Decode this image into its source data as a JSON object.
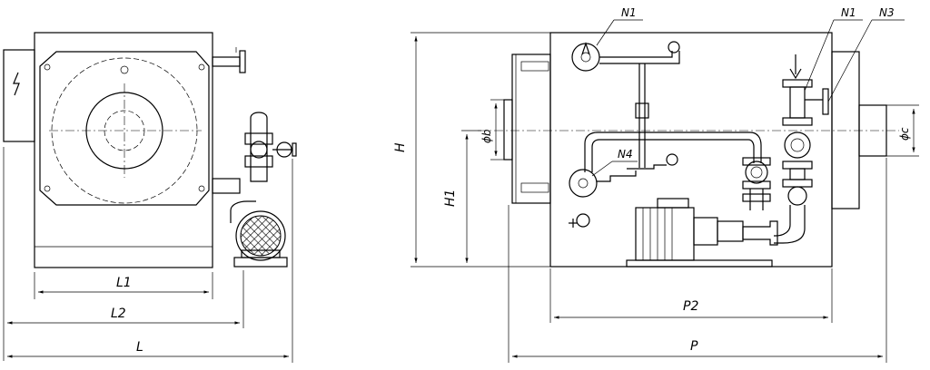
{
  "left_view": {
    "dimensions": {
      "l1": "L1",
      "l2": "L2",
      "l": "L"
    }
  },
  "right_view": {
    "dimensions": {
      "h": "H",
      "h1": "H1",
      "b": "ϕb",
      "c": "ϕc",
      "p2": "P2",
      "p": "P"
    },
    "callouts": {
      "n1_left": "N1",
      "n1_right": "N1",
      "n3": "N3",
      "n4": "N4"
    }
  }
}
